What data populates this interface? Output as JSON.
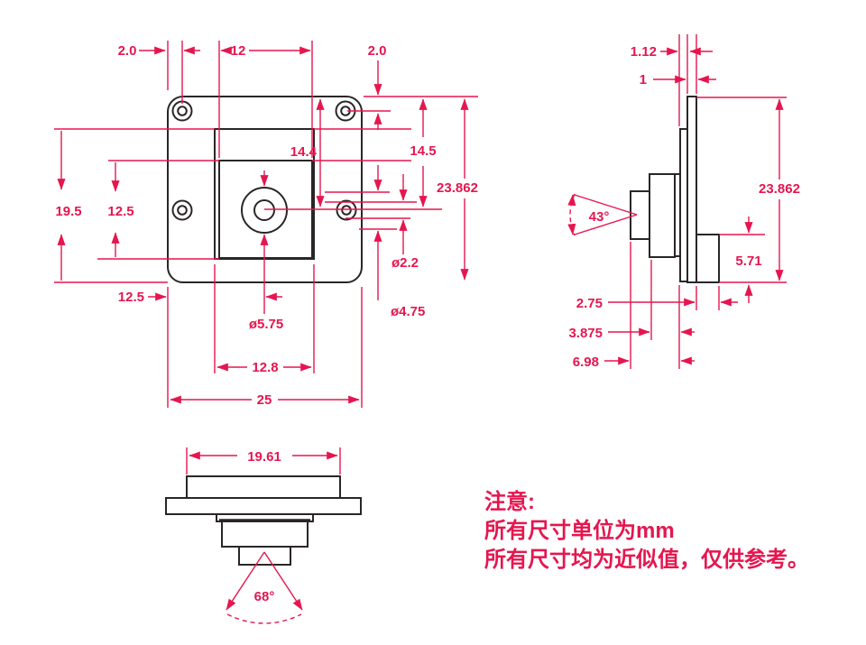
{
  "colors": {
    "dimension": "#E5164F",
    "outline": "#2A2627",
    "background": "#FFFFFF"
  },
  "front": {
    "margin_left": "2.0",
    "inner_width": "12",
    "margin_right": "2.0",
    "lens_from_top": "14.4",
    "holes_from_top": "14.5",
    "height": "23.862",
    "housing_to_bottom": "19.5",
    "sensor_height": "12.5",
    "hole_dia": "ø2.2",
    "pad_dia": "ø4.75",
    "lens_dia": "ø5.75",
    "edge_to_lens": "12.5",
    "housing_width": "12.8",
    "width": "25"
  },
  "side": {
    "housing_thickness": "1.12",
    "pcb_thickness": "1",
    "height": "23.862",
    "fov_vertical": "43°",
    "connector_height": "5.71",
    "connector_depth": "2.75",
    "holder_depth": "3.875",
    "lens_front_depth": "6.98"
  },
  "bottom": {
    "housing_width": "19.61",
    "fov_horizontal": "68°"
  },
  "note": {
    "title": "注意:",
    "unit_line": "所有尺寸单位为mm",
    "approx_line": "所有尺寸均为近似值，仅供参考。"
  }
}
